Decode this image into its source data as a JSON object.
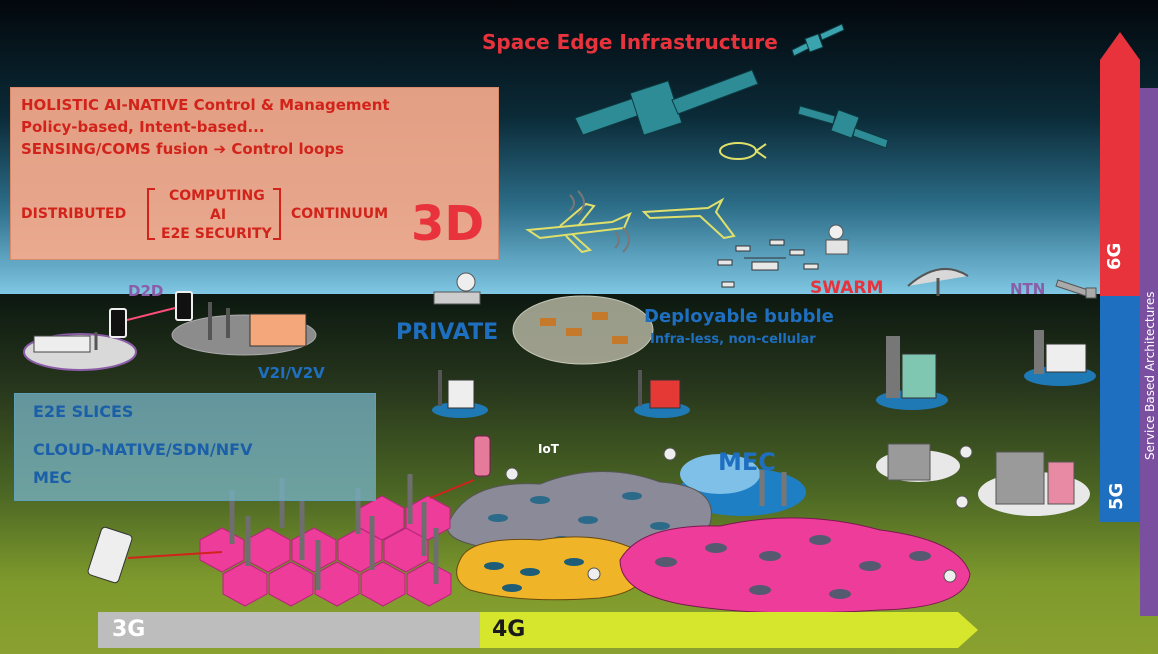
{
  "sky": {
    "space_edge_title": "Space Edge Infrastructure"
  },
  "control_box": {
    "line1": "HOLISTIC AI-NATIVE Control & Management",
    "line2": "Policy-based, Intent-based...",
    "line3": "SENSING/COMS fusion ➔ Control loops",
    "distributed": "DISTRIBUTED",
    "computing": "COMPUTING",
    "ai": "AI",
    "e2e_security": "E2E SECURITY",
    "continuum": "CONTINUUM",
    "three_d": "3D"
  },
  "slices_box": {
    "line1": "E2E SLICES",
    "line2": "CLOUD-NATIVE/SDN/NFV",
    "line3": "MEC"
  },
  "labels": {
    "d2d": "D2D",
    "v2i_v2v": "V2I/V2V",
    "private": "PRIVATE",
    "deployable_bubble": "Deployable bubble",
    "infra_less": "Infra-less, non-cellular",
    "swarm": "SWARM",
    "ntn": "NTN",
    "iot": "IoT",
    "mec": "MEC"
  },
  "generation_bar": {
    "g3": "3G",
    "g4": "4G"
  },
  "side_bar": {
    "g6": "6G",
    "g5": "5G",
    "service_based": "Service Based Architectures"
  },
  "colors": {
    "red": "#e8333c",
    "blue": "#1f6fc0",
    "purple": "#7a4fa0",
    "magenta": "#ff1f8f",
    "yellow_green": "#d6e62c",
    "gray": "#bdbdbd",
    "text_red": "#d2231b",
    "text_blue": "#1a5fa8"
  }
}
